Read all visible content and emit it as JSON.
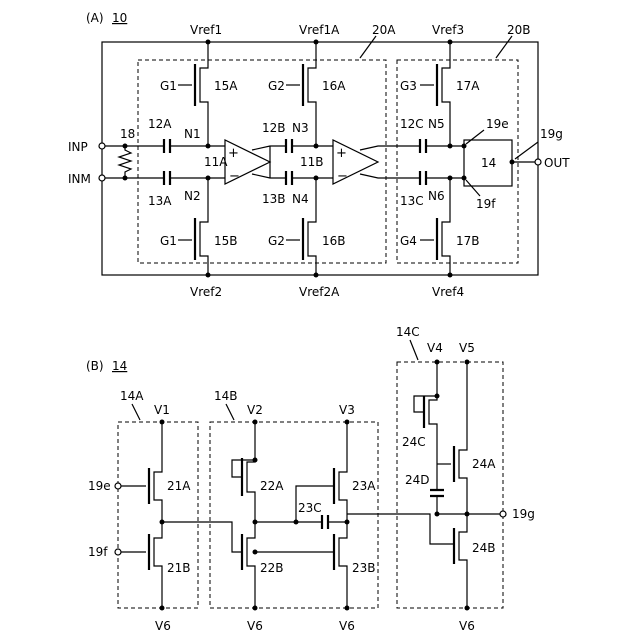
{
  "panel_a": {
    "label": "(A)",
    "ref": "10",
    "blocks": {
      "b20A": "20A",
      "b20B": "20B"
    },
    "rails": {
      "vref1": "Vref1",
      "vref1a": "Vref1A",
      "vref3": "Vref3",
      "vref2": "Vref2",
      "vref2a": "Vref2A",
      "vref4": "Vref4"
    },
    "inputs": {
      "inp": "INP",
      "inm": "INM"
    },
    "output": "OUT",
    "resistor": "18",
    "gates": {
      "g1_top": "G1",
      "g2_top": "G2",
      "g3": "G3",
      "g1_bot": "G1",
      "g2_bot": "G2",
      "g4": "G4"
    },
    "transistors": {
      "t15A": "15A",
      "t16A": "16A",
      "t17A": "17A",
      "t15B": "15B",
      "t16B": "16B",
      "t17B": "17B"
    },
    "capacitors": {
      "c12A": "12A",
      "c12B": "12B",
      "c12C": "12C",
      "c13A": "13A",
      "c13B": "13B",
      "c13C": "13C"
    },
    "nodes": {
      "n1": "N1",
      "n2": "N2",
      "n3": "N3",
      "n4": "N4",
      "n5": "N5",
      "n6": "N6"
    },
    "amps": {
      "a11A": "11A",
      "a11B": "11B"
    },
    "comparator": "14",
    "terminals": {
      "t19e": "19e",
      "t19f": "19f",
      "t19g": "19g"
    }
  },
  "panel_b": {
    "label": "(B)",
    "ref": "14",
    "blocks": {
      "b14A": "14A",
      "b14B": "14B",
      "b14C": "14C"
    },
    "supplies": {
      "v1": "V1",
      "v2": "V2",
      "v3": "V3",
      "v4": "V4",
      "v5": "V5",
      "v6_a": "V6",
      "v6_b": "V6",
      "v6_c": "V6",
      "v6_d": "V6"
    },
    "terminals": {
      "t19e": "19e",
      "t19f": "19f",
      "t19g": "19g"
    },
    "transistors": {
      "t21A": "21A",
      "t21B": "21B",
      "t22A": "22A",
      "t22B": "22B",
      "t23A": "23A",
      "t23B": "23B",
      "t24A": "24A",
      "t24B": "24B",
      "t24C": "24C"
    },
    "capacitors": {
      "c23C": "23C",
      "c24D": "24D"
    }
  }
}
